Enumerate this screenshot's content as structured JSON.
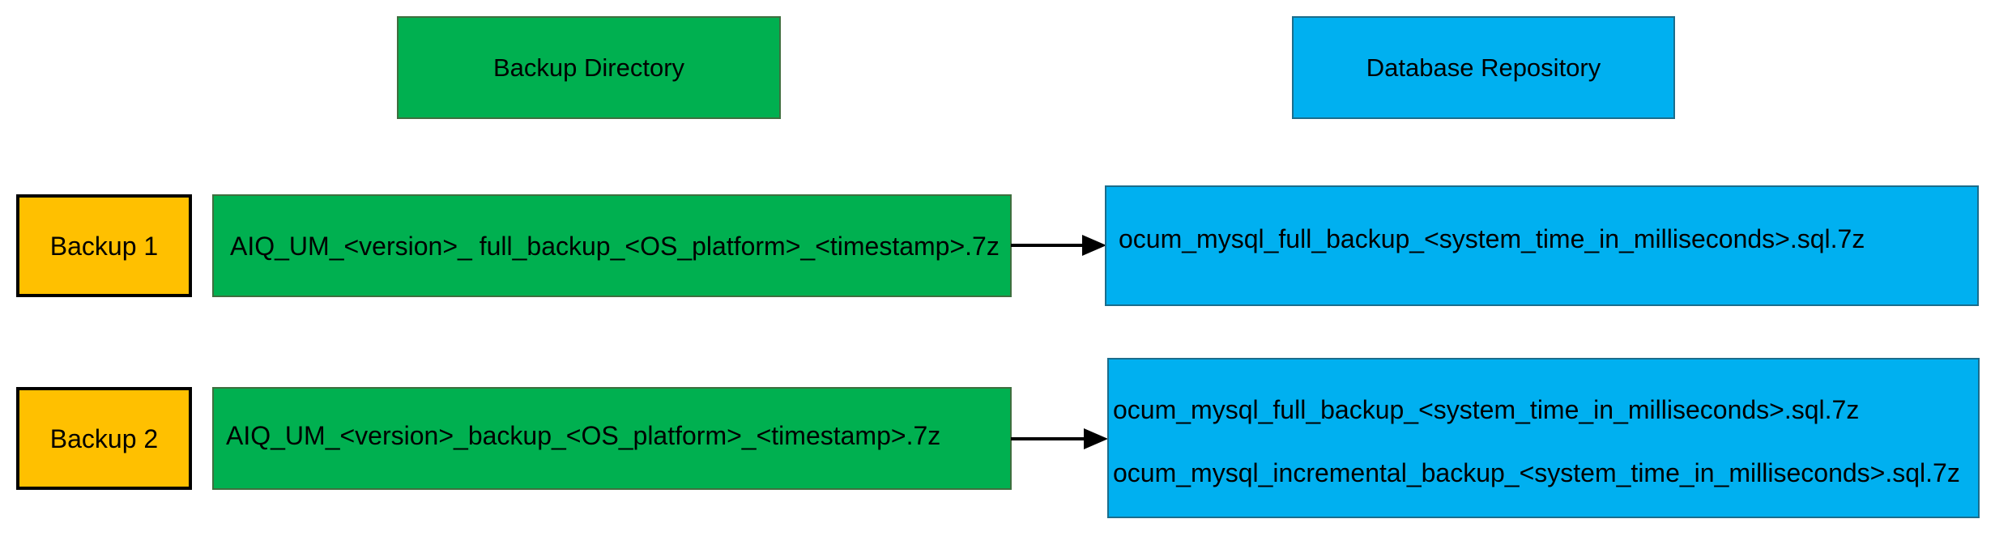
{
  "colors": {
    "green_box": "#00b050",
    "blue_box": "#00b0f0",
    "yellow_box": "#ffc000",
    "arrow": "#000000"
  },
  "headers": {
    "backup_directory": "Backup Directory",
    "database_repository": "Database Repository"
  },
  "rows": [
    {
      "backup_label": "Backup 1",
      "backup_file": "AIQ_UM_<version>_ full_backup_<OS_platform>_<timestamp>.7z",
      "repository_files": [
        "ocum_mysql_full_backup_<system_time_in_milliseconds>.sql.7z"
      ]
    },
    {
      "backup_label": "Backup 2",
      "backup_file": "AIQ_UM_<version>_backup_<OS_platform>_<timestamp>.7z",
      "repository_files": [
        "ocum_mysql_full_backup_<system_time_in_milliseconds>.sql.7z",
        "ocum_mysql_incremental_backup_<system_time_in_milliseconds>.sql.7z"
      ]
    }
  ]
}
